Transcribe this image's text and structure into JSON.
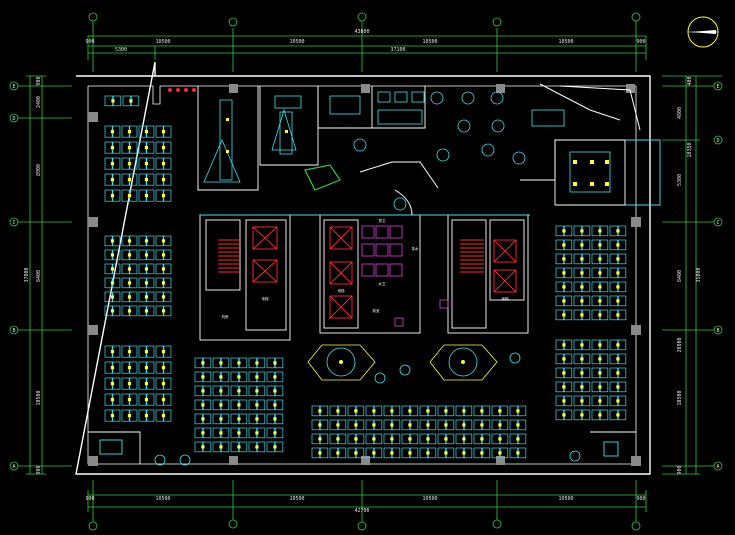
{
  "plan": {
    "colors": {
      "background": "#000000",
      "wall": "#ffffff",
      "dimension": "#2ecc40",
      "furniture": "#3fe0f0",
      "light": "#ffff33",
      "stair": "#ff2a2a",
      "wc": "#e040e0",
      "column": "#8a8a8a"
    },
    "top_dims": {
      "overall": "43800",
      "segments": [
        "900",
        "10500",
        "10500",
        "10500",
        "10500",
        "900"
      ],
      "sub_segments": [
        "5300",
        "37100"
      ]
    },
    "bottom_dims": {
      "overall": "42700",
      "segments": [
        "900",
        "10500",
        "10500",
        "10500",
        "10500",
        "900"
      ]
    },
    "left_dims": {
      "overall": "37000",
      "segments": [
        "900",
        "2400",
        "8900",
        "8400",
        "10500",
        "900"
      ]
    },
    "right_dims": {
      "overall": "35000",
      "segments": [
        "400",
        "4800",
        "10350",
        "5300",
        "8400",
        "20800",
        "10500",
        "900"
      ]
    },
    "grid_left": [
      "E",
      "D",
      "C",
      "B",
      "A"
    ],
    "grid_right": [
      "E",
      "D",
      "C",
      "B",
      "A"
    ],
    "room_labels": [
      "电梯",
      "电梯",
      "电梯",
      "男卫",
      "女卫",
      "前室",
      "茶水",
      "机房"
    ],
    "north_icon": "north-arrow-icon"
  }
}
